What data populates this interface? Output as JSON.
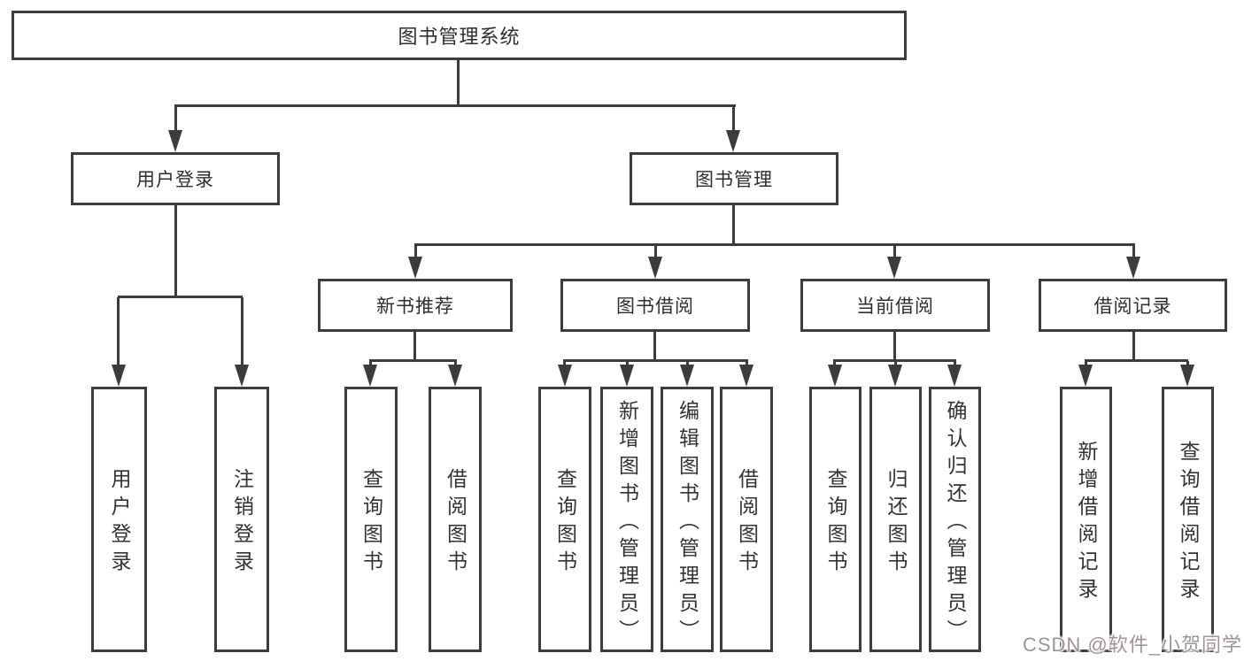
{
  "diagram": {
    "root": {
      "label": "图书管理系统"
    },
    "branches": [
      {
        "label": "用户登录",
        "children": [
          {
            "label": "用户登录"
          },
          {
            "label": "注销登录"
          }
        ]
      },
      {
        "label": "图书管理",
        "children": [
          {
            "label": "新书推荐",
            "children": [
              {
                "label": "查询图书"
              },
              {
                "label": "借阅图书"
              }
            ]
          },
          {
            "label": "图书借阅",
            "children": [
              {
                "label": "查询图书"
              },
              {
                "label": "新增图书（管理员）"
              },
              {
                "label": "编辑图书（管理员）"
              },
              {
                "label": "借阅图书"
              }
            ]
          },
          {
            "label": "当前借阅",
            "children": [
              {
                "label": "查询图书"
              },
              {
                "label": "归还图书"
              },
              {
                "label": "确认归还（管理员）"
              }
            ]
          },
          {
            "label": "借阅记录",
            "children": [
              {
                "label": "新增借阅记录"
              },
              {
                "label": "查询借阅记录"
              }
            ]
          }
        ]
      }
    ],
    "colors": {
      "line": "#3c3c3c",
      "box_border": "#3c3c3c",
      "box_background": "#ffffff",
      "text": "#2e2e2e",
      "watermark": "#9e9494"
    }
  },
  "watermark": {
    "text": "CSDN @软件_小贺同学"
  }
}
